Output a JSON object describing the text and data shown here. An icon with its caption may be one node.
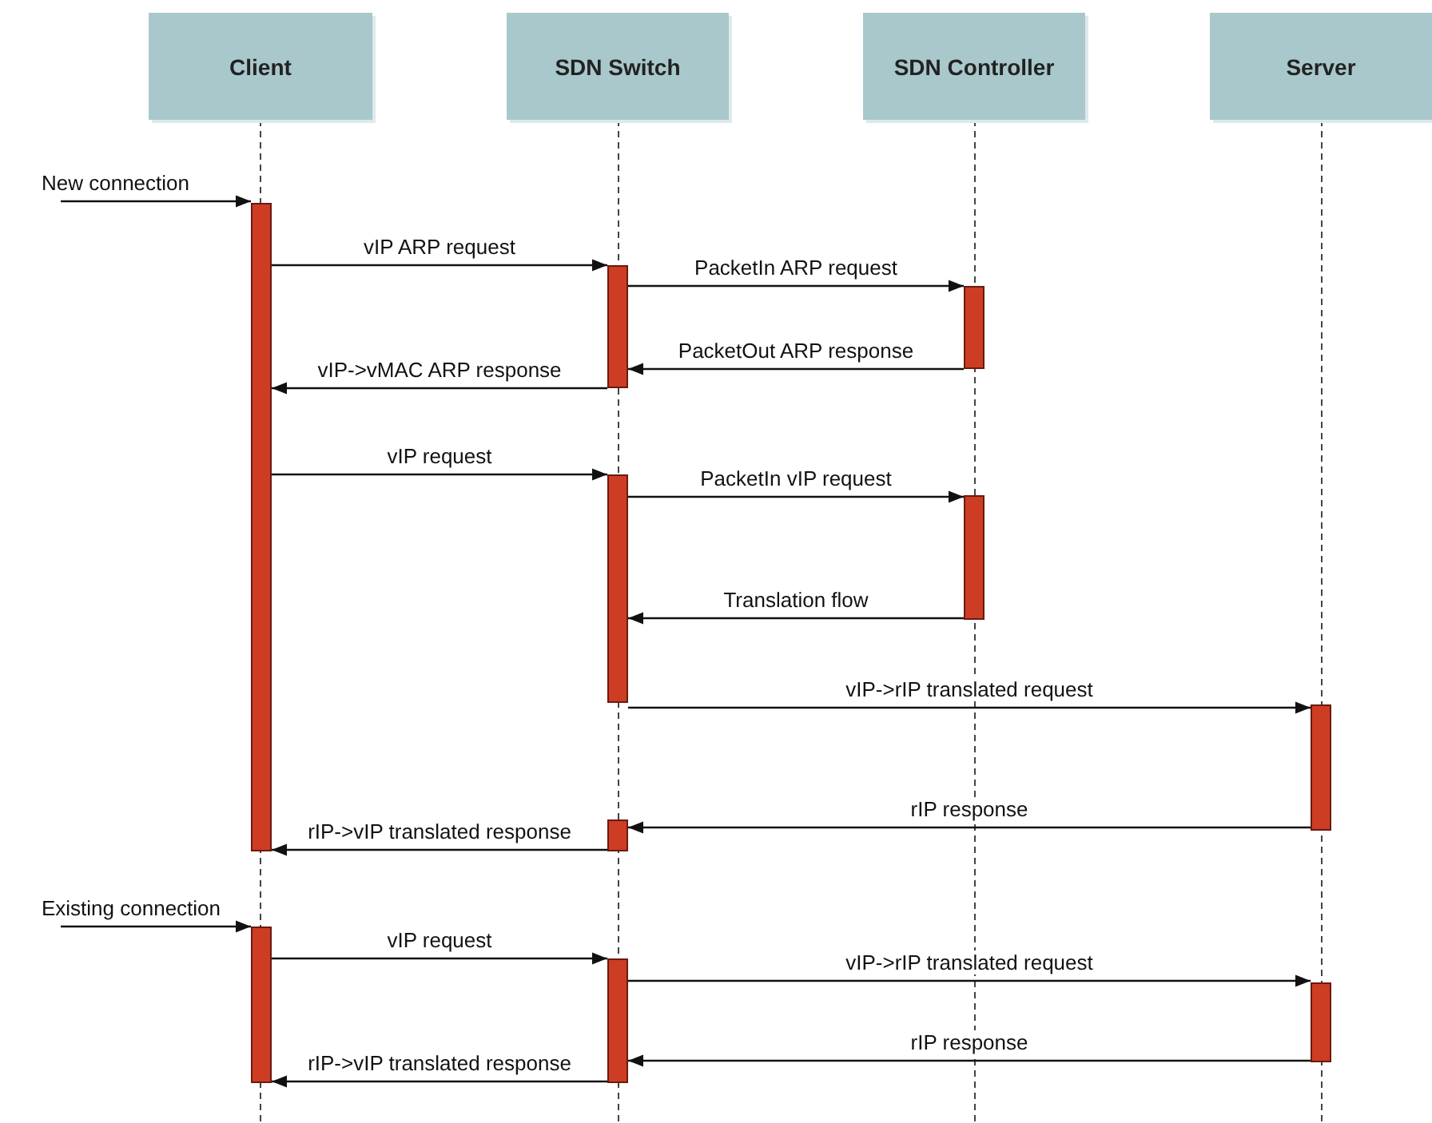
{
  "diagram": {
    "nodes": [
      {
        "text": [
          "Client"
        ]
      },
      {
        "text": [
          "SDN Switch"
        ]
      },
      {
        "text": [
          "SDN Controller"
        ]
      },
      {
        "text": [
          "Server"
        ]
      },
      {
        "text": [],
        "shape": "bar"
      },
      {
        "text": [],
        "shape": "bar"
      },
      {
        "text": [],
        "shape": "bar"
      },
      {
        "text": [],
        "shape": "bar"
      },
      {
        "text": [],
        "shape": "bar"
      },
      {
        "text": [],
        "shape": "bar"
      },
      {
        "text": [],
        "shape": "bar"
      },
      {
        "text": [],
        "shape": "bar"
      },
      {
        "text": [],
        "shape": "bar"
      },
      {
        "text": [],
        "shape": "bar"
      }
    ],
    "edges": [
      {
        "from": null,
        "to": 4,
        "arrow": "to",
        "label": "New connection"
      },
      {
        "from": 4,
        "to": 6,
        "arrow": "to",
        "label": "vIP ARP request"
      },
      {
        "from": 6,
        "to": 10,
        "arrow": "to",
        "label": "PacketIn ARP request"
      },
      {
        "from": 10,
        "to": 6,
        "arrow": "to",
        "label": "PacketOut ARP response"
      },
      {
        "from": 6,
        "to": 4,
        "arrow": "to",
        "label": "vIP->vMAC ARP response"
      },
      {
        "from": 4,
        "to": 7,
        "arrow": "to",
        "label": "vIP request"
      },
      {
        "from": 7,
        "to": 11,
        "arrow": "to",
        "label": "PacketIn vIP request"
      },
      {
        "from": 11,
        "to": 7,
        "arrow": "to",
        "label": "Translation flow"
      },
      {
        "from": 7,
        "to": 12,
        "arrow": "to",
        "label": "vIP->rIP translated request"
      },
      {
        "from": 12,
        "to": 8,
        "arrow": "to",
        "label": "rIP response"
      },
      {
        "from": 8,
        "to": 4,
        "arrow": "to",
        "label": "rIP->vIP translated response"
      },
      {
        "from": null,
        "to": 5,
        "arrow": "to",
        "label": "Existing connection"
      },
      {
        "from": 5,
        "to": 9,
        "arrow": "to",
        "label": "vIP request"
      },
      {
        "from": 9,
        "to": 13,
        "arrow": "to",
        "label": "vIP->rIP translated request"
      },
      {
        "from": 13,
        "to": 9,
        "arrow": "to",
        "label": "rIP response"
      },
      {
        "from": 9,
        "to": 5,
        "arrow": "to",
        "label": "rIP->vIP translated response"
      }
    ]
  }
}
